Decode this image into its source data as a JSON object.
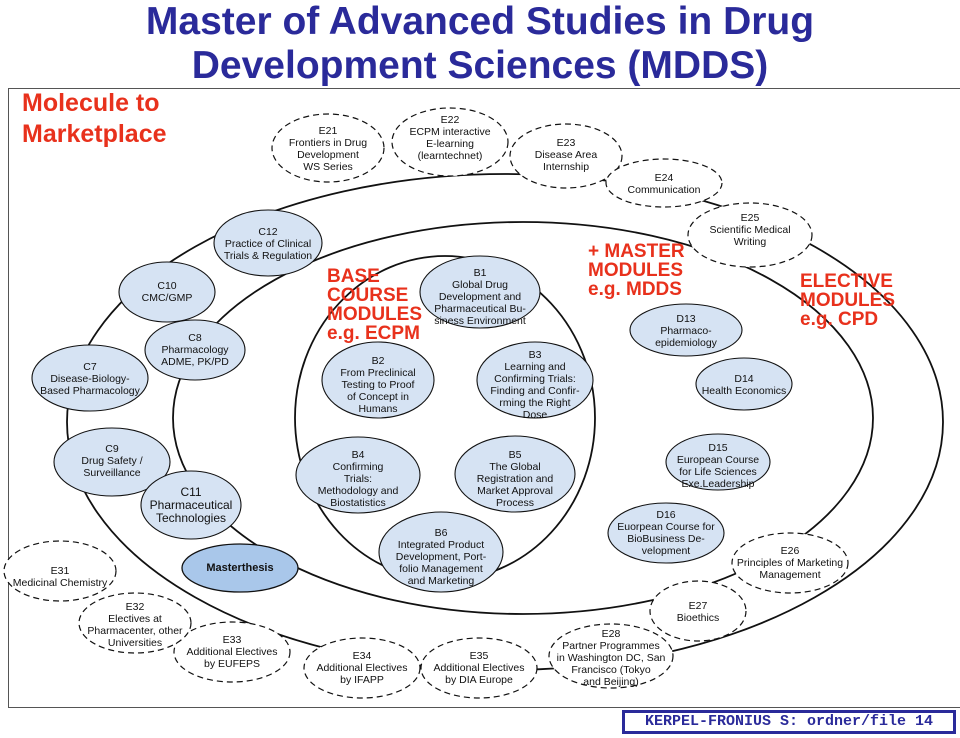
{
  "title_line1": "Master of Advanced Studies in Drug",
  "title_line2": "Development Sciences (MDDS)",
  "subtitle": "Molecule to\nMarketplace",
  "labels": {
    "base": "BASE\nCOURSE\nMODULES\ne.g. ECPM",
    "master": "+ MASTER\nMODULES\ne.g. MDDS",
    "elective": "ELECTIVE\nMODULES\ne.g. CPD"
  },
  "nodes": {
    "e21": "E21\nFrontiers in Drug\nDevelopment\nWS Series",
    "e22": "E22\nECPM interactive\nE-learning\n(learntechnet)",
    "e23": "E23\nDisease Area\nInternship",
    "e24": "E24\nCommunication",
    "c12": "C12\nPractice of Clinical\nTrials & Regulation",
    "c10": "C10\nCMC/GMP",
    "c8": "C8\nPharmacology\nADME, PK/PD",
    "c7": "C7\nDisease-Biology-\nBased Pharmacology",
    "b1": "B1\nGlobal Drug\nDevelopment and\nPharmaceutical Bu-\nsiness Environment",
    "b2": "B2\nFrom Preclinical\nTesting to Proof\nof Concept in\nHumans",
    "b3": "B3\nLearning and\nConfirming Trials:\nFinding and Confir-\nrming the Right\nDose",
    "e25": "E25\nScientific Medical\nWriting",
    "d13": "D13\nPharmaco-\nepidemiology",
    "d14": "D14\nHealth Economics",
    "c9": "C9\nDrug Safety /\nSurveillance",
    "c11": "C11\nPharmaceutical\nTechnologies",
    "masterthesis": "Masterthesis",
    "b4": "B4\nConfirming\nTrials:\nMethodology and\nBiostatistics",
    "b5": "B5\nThe Global\nRegistration and\nMarket Approval\nProcess",
    "b6": "B6\nIntegrated Product\nDevelopment, Port-\nfolio Management\nand Marketing",
    "d15": "D15\nEuropean Course\nfor Life Sciences\nExe.Leadership",
    "d16": "D16\nEuorpean Course for\nBioBusiness De-\nvelopment",
    "e26": "E26\nPrinciples of Marketing\nManagement",
    "e31": "E31\nMedicinal Chemistry",
    "e32": "E32\nElectives at\nPharmacenter, other\nUniversities",
    "e33": "E33\nAdditional Electives\nby EUFEPS",
    "e34": "E34\nAdditional Electives\nby IFAPP",
    "e35": "E35\nAdditional Electives\nby DIA Europe",
    "e28": "E28\nPartner Programmes\nin Washington DC, San\nFrancisco (Tokyo\nand Beijing)",
    "e27": "E27\nBioethics"
  },
  "footer": "KERPEL-FRONIUS S: ordner/file 14",
  "colors": {
    "title": "#2a2a9a",
    "red_labels": "#e8311c",
    "node_fill": "#d6e3f3",
    "masterthesis_fill": "#a9c7ea",
    "outline": "#111111"
  }
}
